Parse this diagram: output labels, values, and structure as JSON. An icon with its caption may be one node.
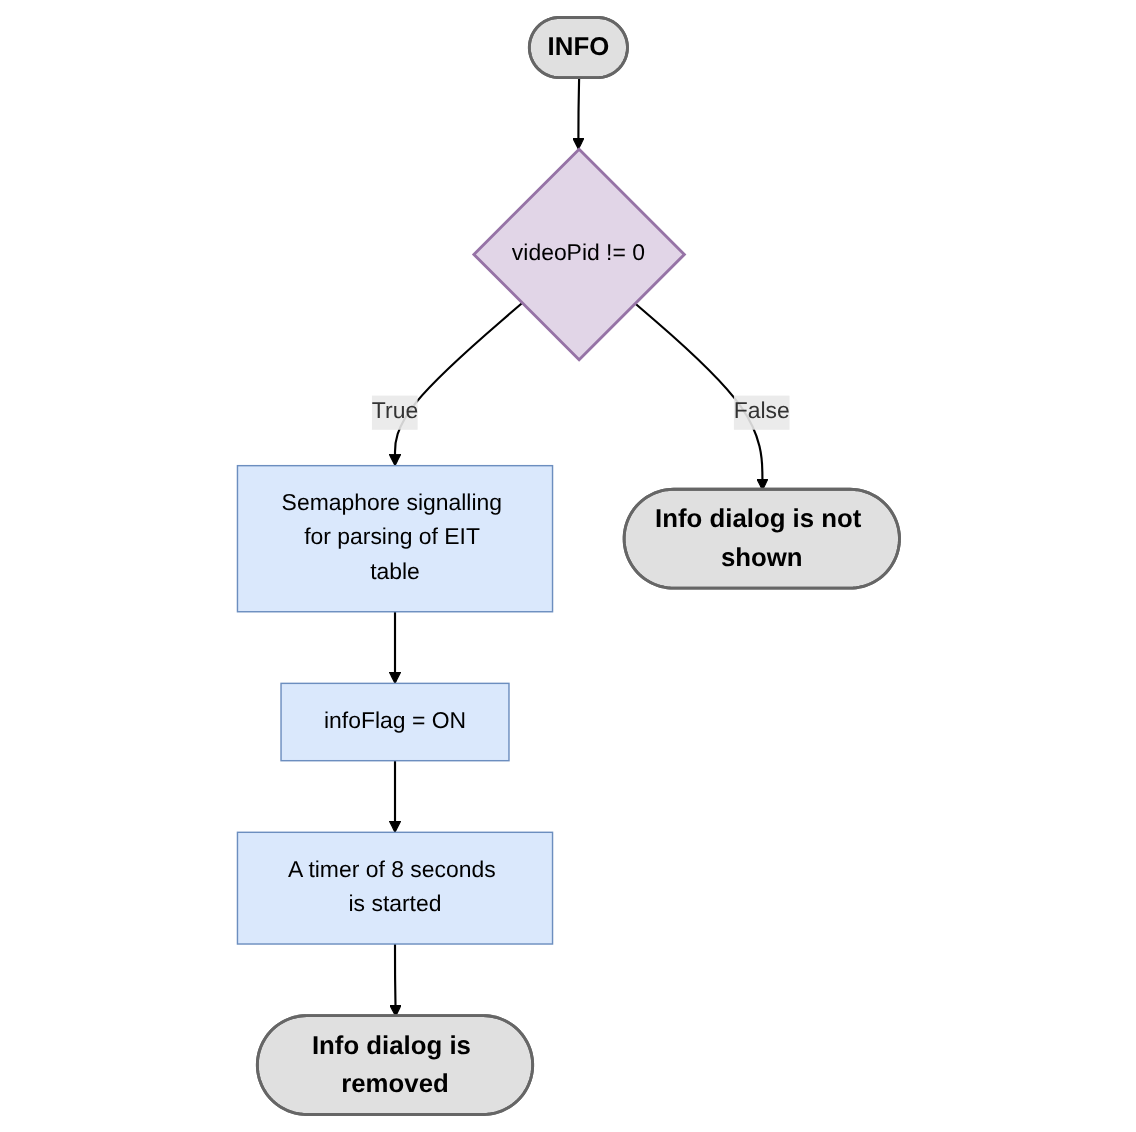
{
  "diagram": {
    "nodes": [
      {
        "text": [
          "INFO"
        ]
      },
      {
        "text": [
          "videoPid != 0"
        ]
      },
      {
        "text": [
          "Semaphore signalling for parsing of EIT table"
        ]
      },
      {
        "text": [
          "infoFlag = ON"
        ]
      },
      {
        "text": [
          "A timer of 8 seconds is started"
        ]
      },
      {
        "text": [
          "Info dialog is not shown"
        ]
      },
      {
        "text": [
          "Info dialog is removed"
        ]
      }
    ],
    "edges": [
      {
        "from": 0,
        "to": 1,
        "arrow": "to"
      },
      {
        "from": 1,
        "to": 2,
        "arrow": "to",
        "label": "True"
      },
      {
        "from": 1,
        "to": 5,
        "arrow": "to",
        "label": "False"
      },
      {
        "from": 2,
        "to": 3,
        "arrow": "to"
      },
      {
        "from": 3,
        "to": 4,
        "arrow": "to"
      },
      {
        "from": 4,
        "to": 6,
        "arrow": "to"
      }
    ]
  }
}
